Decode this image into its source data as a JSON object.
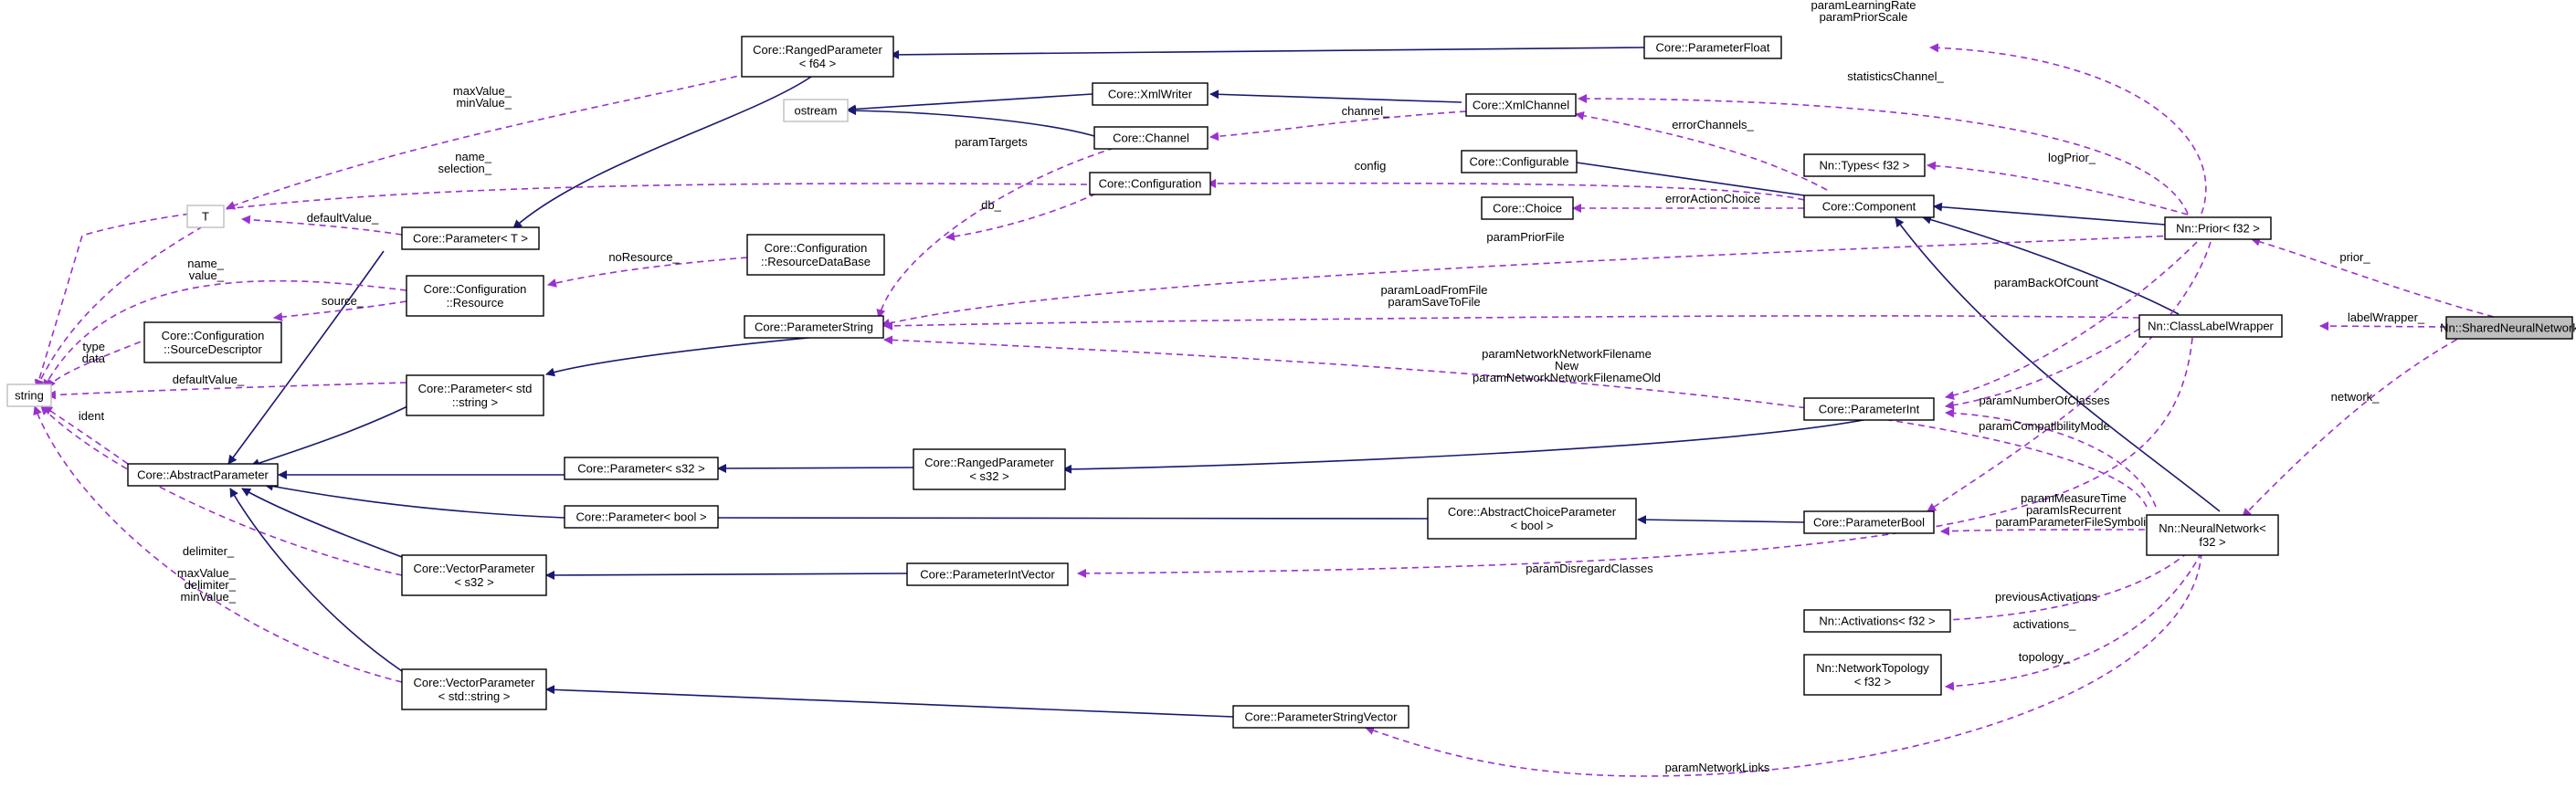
{
  "colors": {
    "inheritance": "#191970",
    "usage": "#9a32cd",
    "highlight": "#bfbfbf"
  },
  "nodes": {
    "ranged_f64": [
      "Core::RangedParameter",
      "< f64 >"
    ],
    "param_float": [
      "Core::ParameterFloat"
    ],
    "xml_writer": [
      "Core::XmlWriter"
    ],
    "ostream": [
      "ostream"
    ],
    "xml_channel": [
      "Core::XmlChannel"
    ],
    "channel": [
      "Core::Channel"
    ],
    "types_f32": [
      "Nn::Types< f32 >"
    ],
    "t": [
      "T"
    ],
    "configurable": [
      "Core::Configurable"
    ],
    "configuration": [
      "Core::Configuration"
    ],
    "parameter_t": [
      "Core::Parameter< T >"
    ],
    "choice": [
      "Core::Choice"
    ],
    "component": [
      "Core::Component"
    ],
    "prior_f32": [
      "Nn::Prior< f32 >"
    ],
    "resource_db": [
      "Core::Configuration",
      "::ResourceDataBase"
    ],
    "config_resource": [
      "Core::Configuration",
      "::Resource"
    ],
    "shared_nn": [
      "Nn::SharedNeuralNetwork"
    ],
    "source_desc": [
      "Core::Configuration",
      "::SourceDescriptor"
    ],
    "param_string": [
      "Core::ParameterString"
    ],
    "class_label": [
      "Nn::ClassLabelWrapper"
    ],
    "string": [
      "string"
    ],
    "param_std_string": [
      "Core::Parameter< std",
      "::string >"
    ],
    "param_int": [
      "Core::ParameterInt"
    ],
    "abstract_param": [
      "Core::AbstractParameter"
    ],
    "param_s32": [
      "Core::Parameter< s32 >"
    ],
    "ranged_s32": [
      "Core::RangedParameter",
      "< s32 >"
    ],
    "param_bool": [
      "Core::Parameter< bool >"
    ],
    "abs_choice": [
      "Core::AbstractChoiceParameter",
      "< bool >"
    ],
    "parameter_bool": [
      "Core::ParameterBool"
    ],
    "neural_net": [
      "Nn::NeuralNetwork<",
      "f32 >"
    ],
    "vector_s32": [
      "Core::VectorParameter",
      "< s32 >"
    ],
    "param_int_vector": [
      "Core::ParameterIntVector"
    ],
    "activations": [
      "Nn::Activations< f32 >"
    ],
    "topology": [
      "Nn::NetworkTopology",
      "< f32 >"
    ],
    "vector_string": [
      "Core::VectorParameter",
      "< std::string >"
    ],
    "param_string_vector": [
      "Core::ParameterStringVector"
    ]
  },
  "edge_labels": {
    "learning": [
      "paramLearningRate",
      "paramPriorScale"
    ],
    "max_min": [
      "maxValue_",
      "minValue_"
    ],
    "stats": [
      "statisticsChannel_"
    ],
    "channel": [
      "channel_"
    ],
    "param_targets": [
      "paramTargets"
    ],
    "error_channels": [
      "errorChannels_"
    ],
    "log_prior": [
      "logPrior_"
    ],
    "name_selection": [
      "name_",
      "selection_"
    ],
    "config": [
      "config"
    ],
    "default_value": [
      "defaultValue_"
    ],
    "db": [
      "db_"
    ],
    "error_action": [
      "errorActionChoice"
    ],
    "no_resource": [
      "noResource_"
    ],
    "prior_file": [
      "paramPriorFile"
    ],
    "prior": [
      "prior_"
    ],
    "name_value": [
      "name_",
      "value_"
    ],
    "back_off": [
      "paramBackOfCount"
    ],
    "source": [
      "source_"
    ],
    "load_save": [
      "paramLoadFromFile",
      "paramSaveToFile"
    ],
    "label_wrapper": [
      "labelWrapper_"
    ],
    "type_data": [
      "type",
      "data"
    ],
    "default_value2": [
      "defaultValue_"
    ],
    "network_filename": [
      "paramNetworkNetworkFilename",
      "New",
      "paramNetworkNetworkFilenameOld"
    ],
    "num_classes": [
      "paramNumberOfClasses"
    ],
    "network": [
      "network_"
    ],
    "ident": [
      "ident"
    ],
    "compat": [
      "paramCompatibilityMode"
    ],
    "delimiter": [
      "delimiter_"
    ],
    "measure": [
      "paramMeasureTime",
      "paramIsRecurrent",
      "paramParameterFileSymbolic"
    ],
    "max_delim_min": [
      "maxValue_",
      "delimiter_",
      "minValue_"
    ],
    "disregard": [
      "paramDisregardClasses"
    ],
    "prev_act": [
      "previousActivations"
    ],
    "activations": [
      "activations_"
    ],
    "topology": [
      "topology_"
    ],
    "links": [
      "paramNetworkLinks"
    ]
  }
}
